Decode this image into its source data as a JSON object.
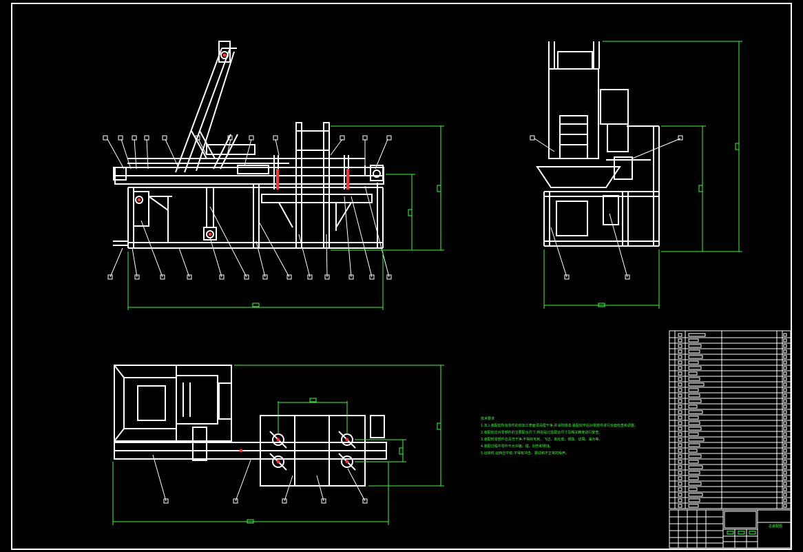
{
  "drawing": {
    "colors": {
      "background": "#000000",
      "geometry": "#ffffff",
      "dimension": "#33ff33",
      "marker": "#ff3333"
    },
    "technical_notes": {
      "heading": "技术要求",
      "items": [
        "1.本入装配前所有零件的非加工表面须清理干净,并涂防锈漆,装配完毕后对零部件进行全面检查和调整。",
        "2.装配前应对零部件的主要配合尺寸,特别是过盈配合尺寸及相关精度进行复查。",
        "3.装配时零部件应清洗干净,不得有毛刺、飞边、氧化皮、锈蚀、切屑、油污等。",
        "4.装配过程中零件不允许磕、碰、划伤和锈蚀。",
        "5.运转时,运转应平稳,不得有冲击、振动和不正常的噪声。"
      ]
    },
    "title_block": {
      "title": "总装配图"
    }
  }
}
